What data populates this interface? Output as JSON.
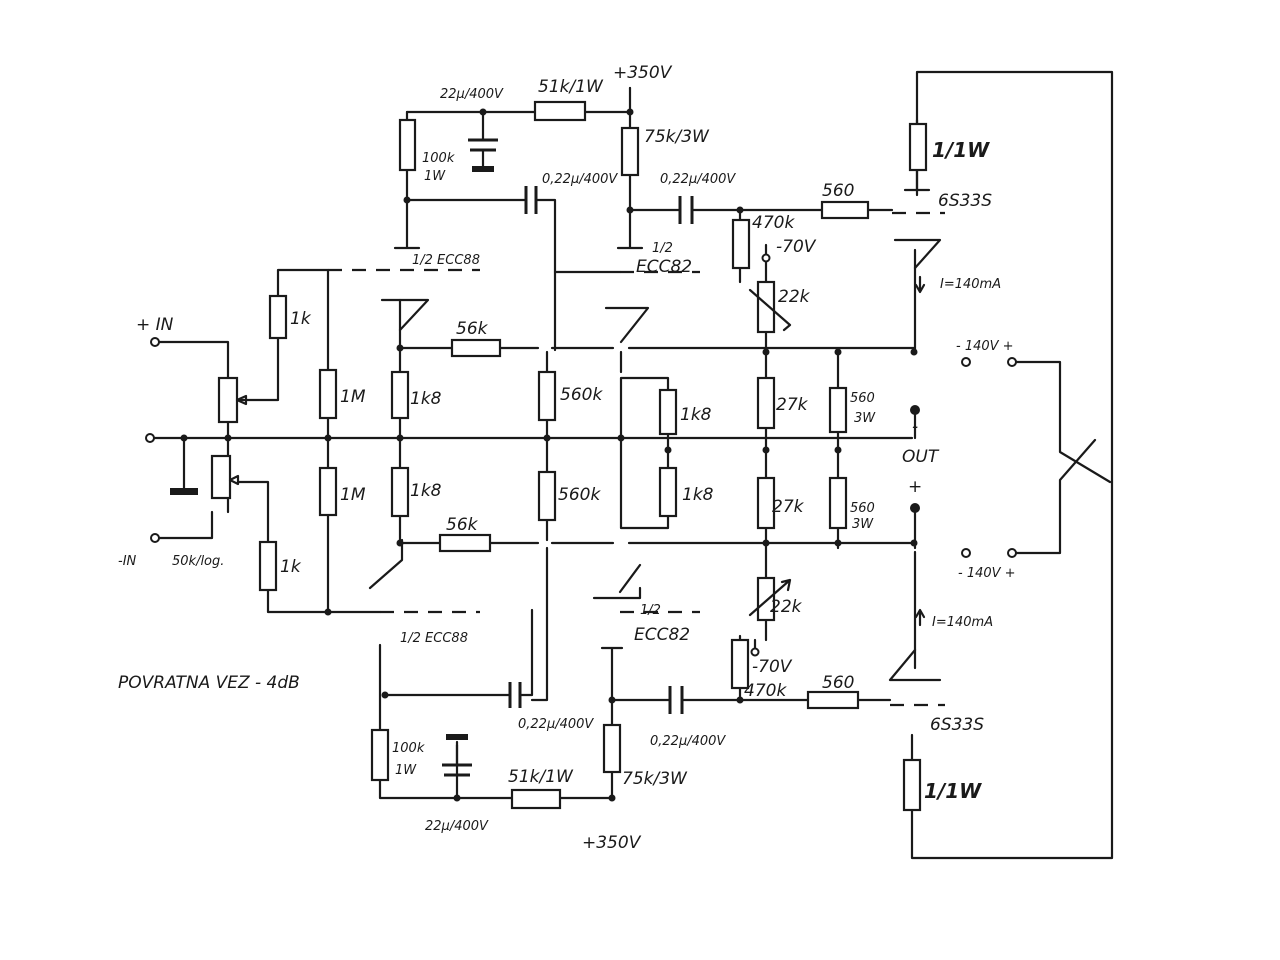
{
  "supply": {
    "top": "+350V",
    "bottom": "+350V",
    "neg_top": "-70V",
    "neg_bottom": "-70V"
  },
  "caps": {
    "filter_top": "22µ/400V",
    "filter_bottom": "22µ/400V",
    "c1_top": "0,22µ/400V",
    "c2_top": "0,22µ/400V",
    "c1_bottom": "0,22µ/400V",
    "c2_bottom": "0,22µ/400V"
  },
  "resistors": {
    "r51k_top": "51k/1W",
    "r51k_bottom": "51k/1W",
    "r100k_top_a": "100k",
    "r100k_top_b": "1W",
    "r100k_bot_a": "100k",
    "r100k_bot_b": "1W",
    "r75k_top": "75k/3W",
    "r75k_bottom": "75k/3W",
    "r470k_top": "470k",
    "r470k_bottom": "470k",
    "r22k_top": "22k",
    "r22k_bottom": "22k",
    "r560_top": "560",
    "r560_bottom": "560",
    "r1_top": "1/1W",
    "r1_bottom": "1/1W",
    "r1k_top": "1k",
    "r1k_bottom": "1k",
    "r1m_top": "1M",
    "r1m_bottom": "1M",
    "r1k8_a": "1k8",
    "r1k8_b": "1k8",
    "r1k8_c": "1k8",
    "r1k8_d": "1k8",
    "r56k_top": "56k",
    "r56k_bottom": "56k",
    "r560k_top": "560k",
    "r560k_bottom": "560k",
    "r27k_top": "27k",
    "r27k_bottom": "27k",
    "r560w_top_a": "560",
    "r560w_top_b": "3W",
    "r560w_bot_a": "560",
    "r560w_bot_b": "3W"
  },
  "tubes": {
    "ecc88_top": "1/2 ECC88",
    "ecc88_bottom": "1/2 ECC88",
    "ecc82_top_a": "1/2",
    "ecc82_top_b": "ECC82",
    "ecc82_bot_a": "1/2",
    "ecc82_bot_b": "ECC82",
    "out_top": "6S33S",
    "out_bottom": "6S33S"
  },
  "io": {
    "in_plus": "+ IN",
    "in_minus": "-IN",
    "pot": "50k/log.",
    "out": "OUT",
    "out_minus": "-",
    "out_plus": "+",
    "rail_top": "- 140V +",
    "rail_bottom": "- 140V +",
    "i_top": "I=140mA",
    "i_bottom": "I=140mA",
    "feedback": "POVRATNA VEZ - 4dB"
  }
}
